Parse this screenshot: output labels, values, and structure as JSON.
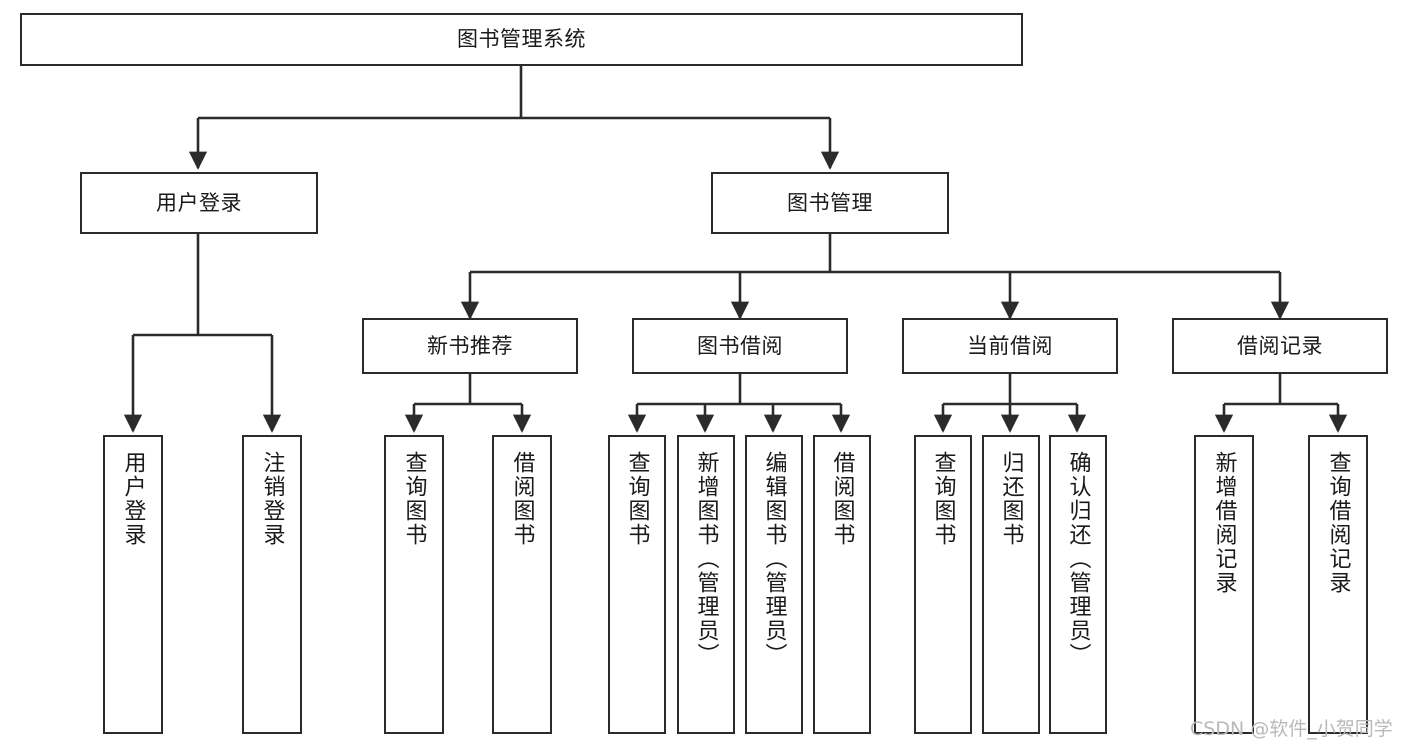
{
  "diagram": {
    "title": "图书管理系统",
    "type": "tree",
    "watermark": "CSDN @软件_小贺同学",
    "colors": {
      "border": "#2b2b2b",
      "text": "#1a1a1a",
      "background": "#ffffff",
      "watermark": "#b9b9b9"
    },
    "root": {
      "label": "图书管理系统"
    },
    "level2": [
      {
        "label": "用户登录"
      },
      {
        "label": "图书管理"
      }
    ],
    "level3": [
      {
        "label": "新书推荐"
      },
      {
        "label": "图书借阅"
      },
      {
        "label": "当前借阅"
      },
      {
        "label": "借阅记录"
      }
    ],
    "leaves": {
      "user_login": [
        {
          "label": "用户登录"
        },
        {
          "label": "注销登录"
        }
      ],
      "new_book": [
        {
          "label": "查询图书"
        },
        {
          "label": "借阅图书"
        }
      ],
      "borrow_book": [
        {
          "label": "查询图书"
        },
        {
          "label": "新增图书（管理员）"
        },
        {
          "label": "编辑图书（管理员）"
        },
        {
          "label": "借阅图书"
        }
      ],
      "current_borrow": [
        {
          "label": "查询图书"
        },
        {
          "label": "归还图书"
        },
        {
          "label": "确认归还（管理员）"
        }
      ],
      "borrow_record": [
        {
          "label": "新增借阅记录"
        },
        {
          "label": "查询借阅记录"
        }
      ]
    }
  }
}
